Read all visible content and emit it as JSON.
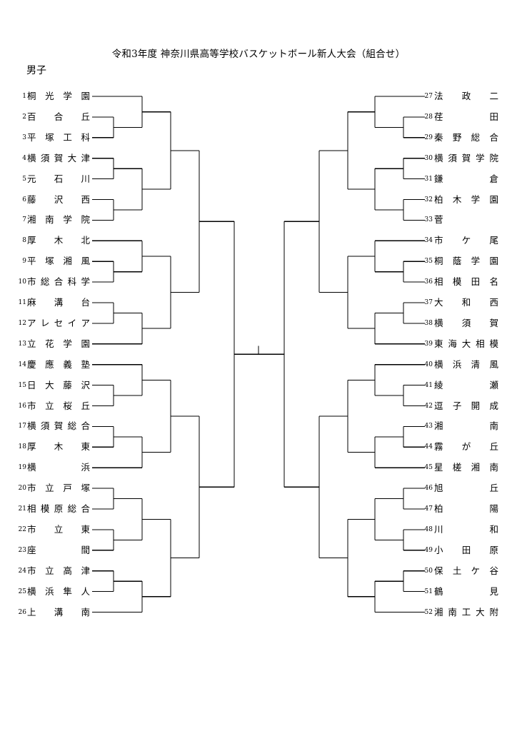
{
  "title": "令和3年度 神奈川県高等学校バスケットボール新人大会（組合せ）",
  "division": "男子",
  "left_teams": [
    {
      "num": "1",
      "name": "桐光学園"
    },
    {
      "num": "2",
      "name": "百合丘"
    },
    {
      "num": "3",
      "name": "平塚工科"
    },
    {
      "num": "4",
      "name": "横須賀大津"
    },
    {
      "num": "5",
      "name": "元石川"
    },
    {
      "num": "6",
      "name": "藤沢西"
    },
    {
      "num": "7",
      "name": "湘南学院"
    },
    {
      "num": "8",
      "name": "厚木北"
    },
    {
      "num": "9",
      "name": "平塚湘風"
    },
    {
      "num": "10",
      "name": "市総合科学"
    },
    {
      "num": "11",
      "name": "麻溝台"
    },
    {
      "num": "12",
      "name": "アレセイア"
    },
    {
      "num": "13",
      "name": "立花学園"
    },
    {
      "num": "14",
      "name": "慶應義塾"
    },
    {
      "num": "15",
      "name": "日大藤沢"
    },
    {
      "num": "16",
      "name": "市立桜丘"
    },
    {
      "num": "17",
      "name": "横須賀総合"
    },
    {
      "num": "18",
      "name": "厚木東"
    },
    {
      "num": "19",
      "name": "横浜"
    },
    {
      "num": "20",
      "name": "市立戸塚"
    },
    {
      "num": "21",
      "name": "相模原総合"
    },
    {
      "num": "22",
      "name": "市立東"
    },
    {
      "num": "23",
      "name": "座間"
    },
    {
      "num": "24",
      "name": "市立高津"
    },
    {
      "num": "25",
      "name": "横浜隼人"
    },
    {
      "num": "26",
      "name": "上溝南"
    }
  ],
  "right_teams": [
    {
      "num": "27",
      "name": "法政二"
    },
    {
      "num": "28",
      "name": "荏田"
    },
    {
      "num": "29",
      "name": "秦野総合"
    },
    {
      "num": "30",
      "name": "横須賀学院"
    },
    {
      "num": "31",
      "name": "鎌倉"
    },
    {
      "num": "32",
      "name": "柏木学園"
    },
    {
      "num": "33",
      "name": "菅"
    },
    {
      "num": "34",
      "name": "市ケ尾"
    },
    {
      "num": "35",
      "name": "桐蔭学園"
    },
    {
      "num": "36",
      "name": "相模田名"
    },
    {
      "num": "37",
      "name": "大和西"
    },
    {
      "num": "38",
      "name": "横須賀"
    },
    {
      "num": "39",
      "name": "東海大相模"
    },
    {
      "num": "40",
      "name": "横浜清風"
    },
    {
      "num": "41",
      "name": "綾瀬"
    },
    {
      "num": "42",
      "name": "逗子開成"
    },
    {
      "num": "43",
      "name": "湘南"
    },
    {
      "num": "44",
      "name": "霧が丘"
    },
    {
      "num": "45",
      "name": "星槎湘南"
    },
    {
      "num": "46",
      "name": "旭丘"
    },
    {
      "num": "47",
      "name": "柏陽"
    },
    {
      "num": "48",
      "name": "川和"
    },
    {
      "num": "49",
      "name": "小田原"
    },
    {
      "num": "50",
      "name": "保土ケ谷"
    },
    {
      "num": "51",
      "name": "鶴見"
    },
    {
      "num": "52",
      "name": "湘南工大附"
    }
  ]
}
